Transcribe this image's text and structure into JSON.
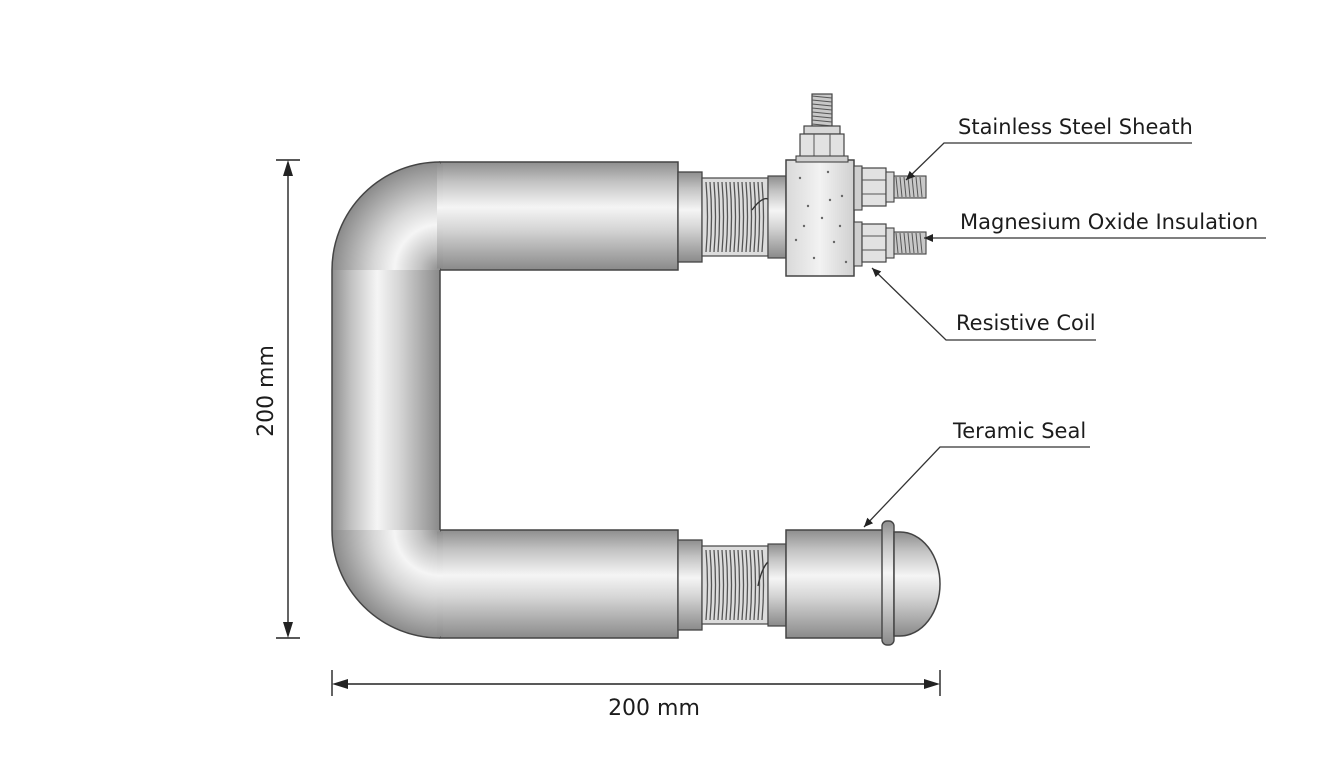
{
  "diagram": {
    "labels": {
      "sheath": "Stainless Steel Sheath",
      "insulation": "Magnesium Oxide Insulation",
      "coil": "Resistive Coil",
      "seal": "Teramic Seal"
    },
    "dimensions": {
      "height": "200 mm",
      "width": "200 mm"
    },
    "colors": {
      "tube_dark": "#8c8c8c",
      "tube_light": "#f4f4f4",
      "outline": "#444444",
      "block": "#eeeeee"
    }
  }
}
